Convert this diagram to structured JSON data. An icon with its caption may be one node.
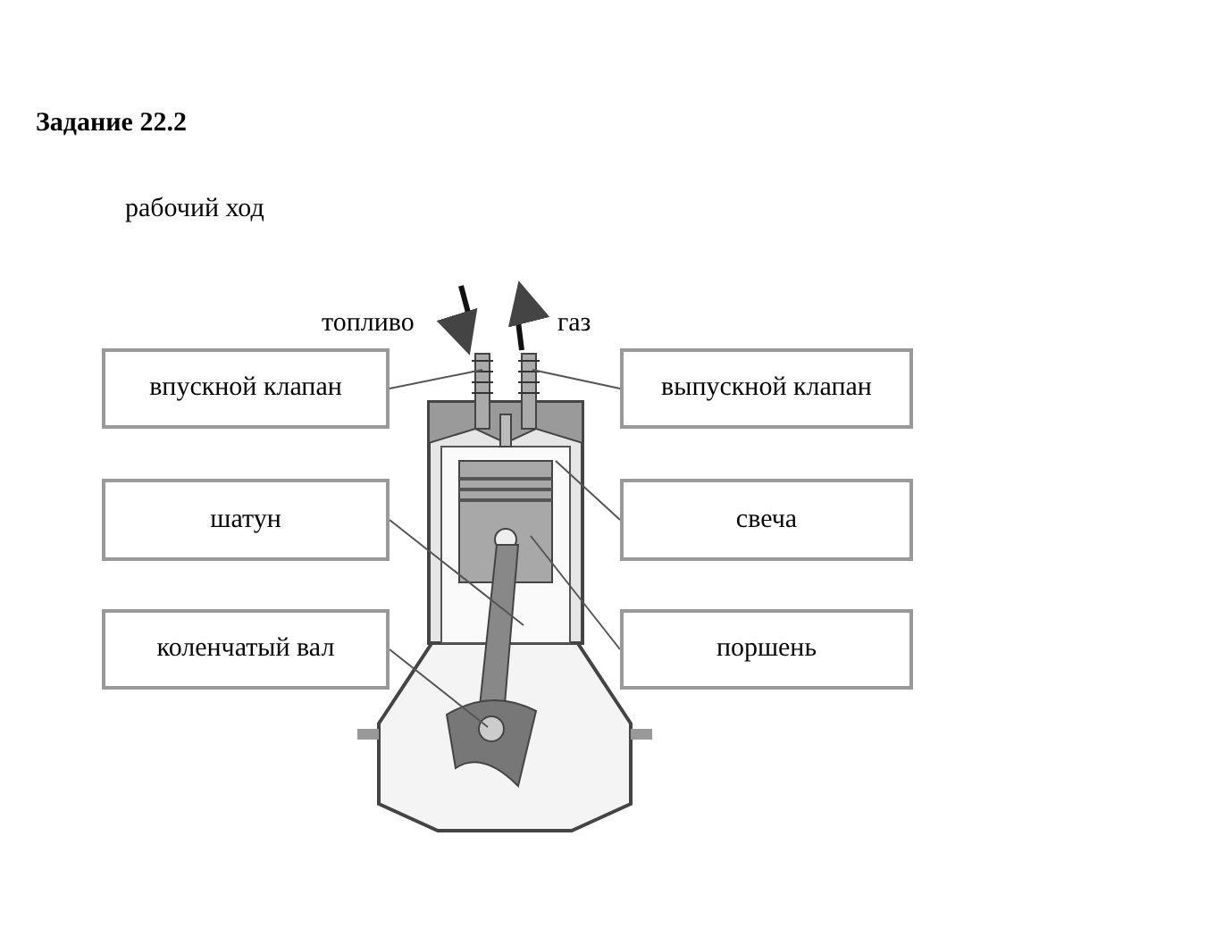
{
  "diagram": {
    "title": "Задание 22.2",
    "nodes": [
      {
        "text": [
          "впускной клапан"
        ]
      },
      {
        "text": [
          "выпускной клапан"
        ]
      },
      {
        "text": [
          "шатун"
        ]
      },
      {
        "text": [
          "свеча"
        ]
      },
      {
        "text": [
          "коленчатый вал"
        ]
      },
      {
        "text": [
          "поршень"
        ]
      }
    ],
    "edges": [
      {
        "from": 0,
        "to": null,
        "arrow": "none"
      },
      {
        "from": 1,
        "to": null,
        "arrow": "none"
      },
      {
        "from": 2,
        "to": null,
        "arrow": "none"
      },
      {
        "from": 3,
        "to": null,
        "arrow": "none"
      },
      {
        "from": 4,
        "to": null,
        "arrow": "none"
      },
      {
        "from": 5,
        "to": null,
        "arrow": "none"
      }
    ],
    "labels": [
      "рабочий ход",
      "топливо",
      "газ"
    ]
  }
}
